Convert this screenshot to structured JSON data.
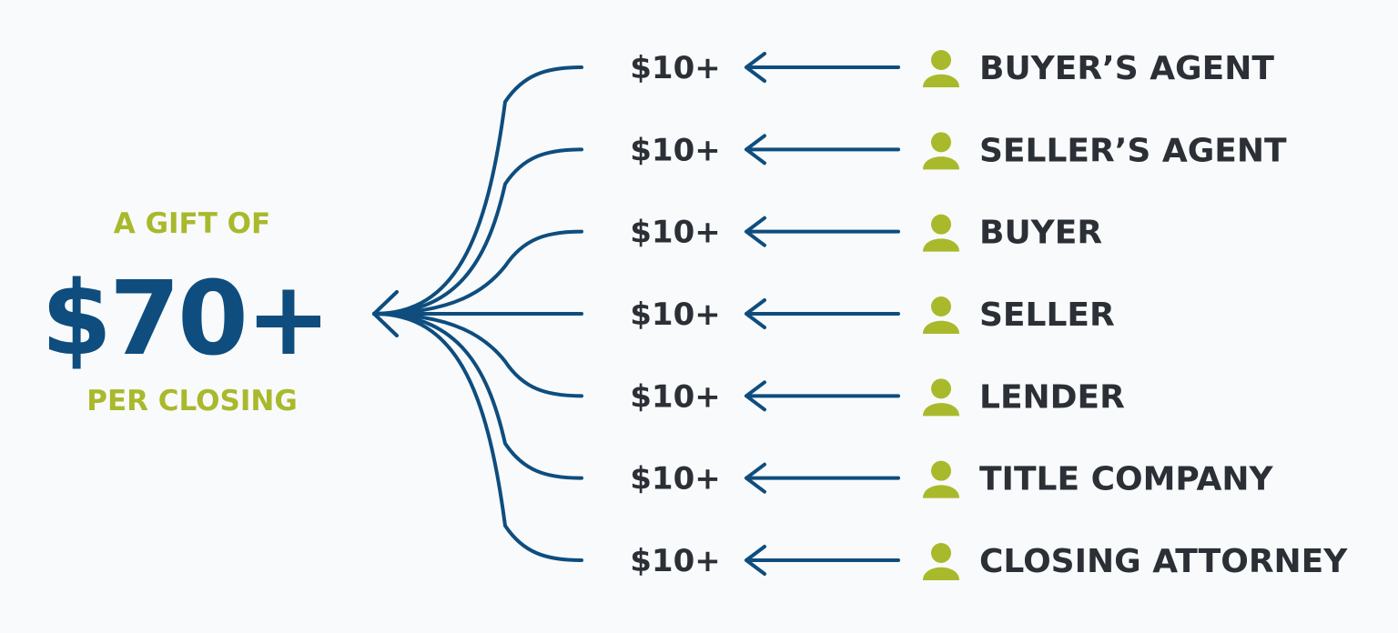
{
  "hero": {
    "top_label": "A GIFT OF",
    "amount": "$70+",
    "bottom_label": "PER CLOSING"
  },
  "colors": {
    "navy": "#0e4d7e",
    "lime": "#a9b92c",
    "text_dark": "#2b2f36",
    "background": "#f9fafb"
  },
  "contributors": [
    {
      "amount": "$10+",
      "role": "BUYER’S AGENT",
      "icon": "person-icon"
    },
    {
      "amount": "$10+",
      "role": "SELLER’S AGENT",
      "icon": "person-icon"
    },
    {
      "amount": "$10+",
      "role": "BUYER",
      "icon": "person-icon"
    },
    {
      "amount": "$10+",
      "role": "SELLER",
      "icon": "person-icon"
    },
    {
      "amount": "$10+",
      "role": "LENDER",
      "icon": "person-icon"
    },
    {
      "amount": "$10+",
      "role": "TITLE COMPANY",
      "icon": "person-icon"
    },
    {
      "amount": "$10+",
      "role": "CLOSING ATTORNEY",
      "icon": "person-icon"
    }
  ]
}
